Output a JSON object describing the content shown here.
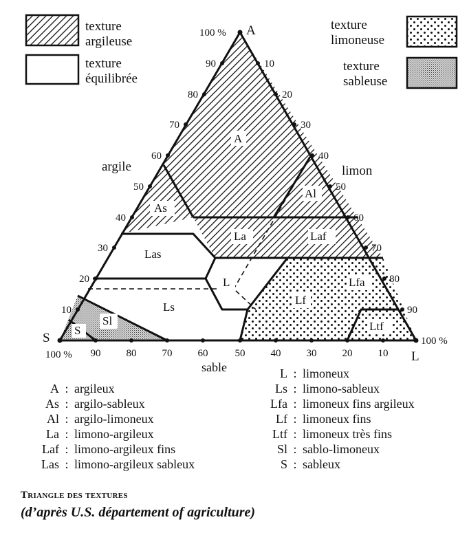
{
  "legend": [
    {
      "key": "argileuse",
      "lines": [
        "texture",
        "argileuse"
      ],
      "pattern": "hatch"
    },
    {
      "key": "equilibree",
      "lines": [
        "texture",
        "équilibrée"
      ],
      "pattern": "none"
    },
    {
      "key": "limoneuse",
      "lines": [
        "texture",
        "limoneuse"
      ],
      "pattern": "dots"
    },
    {
      "key": "sableuse",
      "lines": [
        "texture",
        "sableuse"
      ],
      "pattern": "stipple"
    }
  ],
  "vertices": {
    "top": "A",
    "left": "S",
    "right": "L",
    "top_pct": "100 %",
    "left_pct": "100 %",
    "right_pct": "100 %"
  },
  "axes": {
    "argile": {
      "name": "argile",
      "ticks": [
        "10",
        "20",
        "30",
        "40",
        "50",
        "60",
        "70",
        "80",
        "90"
      ]
    },
    "limon": {
      "name": "limon",
      "ticks": [
        "10",
        "20",
        "30",
        "40",
        "50",
        "60",
        "70",
        "80",
        "90"
      ]
    },
    "sable": {
      "name": "sable",
      "ticks": [
        "90",
        "80",
        "70",
        "60",
        "50",
        "40",
        "30",
        "20",
        "10"
      ]
    }
  },
  "classes": [
    {
      "abbr": "A",
      "label": "argileux"
    },
    {
      "abbr": "As",
      "label": "argilo-sableux"
    },
    {
      "abbr": "Al",
      "label": "argilo-limoneux"
    },
    {
      "abbr": "La",
      "label": "limono-argileux"
    },
    {
      "abbr": "Laf",
      "label": "limono-argileux fins"
    },
    {
      "abbr": "Las",
      "label": "limono-argileux sableux"
    },
    {
      "abbr": "L",
      "label": "limoneux"
    },
    {
      "abbr": "Ls",
      "label": "limono-sableux"
    },
    {
      "abbr": "Lfa",
      "label": "limoneux fins argileux"
    },
    {
      "abbr": "Lf",
      "label": "limoneux fins"
    },
    {
      "abbr": "Ltf",
      "label": "limoneux très fins"
    },
    {
      "abbr": "Sl",
      "label": "sablo-limoneux"
    },
    {
      "abbr": "S",
      "label": "sableux"
    }
  ],
  "caption": {
    "title": "Triangle des textures",
    "source": "(d’après U.S. département of agriculture)"
  }
}
